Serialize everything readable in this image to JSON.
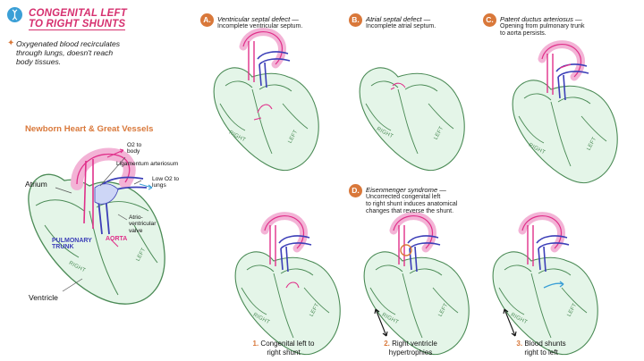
{
  "header": {
    "logo_icon": "dna-icon",
    "title_line1": "CONGENITAL LEFT",
    "title_line2": "TO RIGHT SHUNTS",
    "bullet_icon": "bulb-icon",
    "intro_line1": "Oxygenated blood recirculates",
    "intro_line2": "through lungs, doesn't reach",
    "intro_line3": "body tissues."
  },
  "newborn": {
    "heading": "Newborn Heart & Great Vessels",
    "o2_body_1": "O2 to",
    "o2_body_2": "body",
    "ligamentum": "Ligamentum arteriosum",
    "low_o2_1": "Low O2 to",
    "low_o2_2": "lungs",
    "atrium": "Atrium",
    "av_1": "Atrio-",
    "av_2": "ventricular",
    "av_3": "valve",
    "aorta": "AORTA",
    "pulm_1": "PULMONARY",
    "pulm_2": "TRUNK",
    "ventricle": "Ventricle",
    "right": "RIGHT",
    "left": "LEFT"
  },
  "panels": {
    "a": {
      "badge": "A.",
      "title": "Ventricular septal defect —",
      "body": "Incomplete ventricular septum."
    },
    "b": {
      "badge": "B.",
      "title": "Atrial septal defect —",
      "body": "Incomplete atrial septum."
    },
    "c": {
      "badge": "C.",
      "title": "Patent ductus arteriosus —",
      "body_1": "Opening from pulmonary trunk",
      "body_2": "to aorta persists."
    },
    "d": {
      "badge": "D.",
      "title": "Eisenmenger syndrome —",
      "body_1": "Uncorrected congenital left",
      "body_2": "to right shunt induces anatomical",
      "body_3": "changes that reverse the shunt."
    }
  },
  "steps": [
    {
      "num": "1.",
      "line1": "Congenital left to",
      "line2": "right shunt"
    },
    {
      "num": "2.",
      "line1": "Right ventricle",
      "line2": "hypertrophies"
    },
    {
      "num": "3.",
      "line1": "Blood shunts",
      "line2": "right to left"
    }
  ],
  "heart_labels": {
    "right": "RIGHT",
    "left": "LEFT"
  },
  "colors": {
    "heart": "#e4f5e8",
    "outline": "#4a8a55",
    "pink": "#e0308a",
    "blue": "#3c3fb8",
    "accent": "#d9783a",
    "title": "#d6306f"
  }
}
